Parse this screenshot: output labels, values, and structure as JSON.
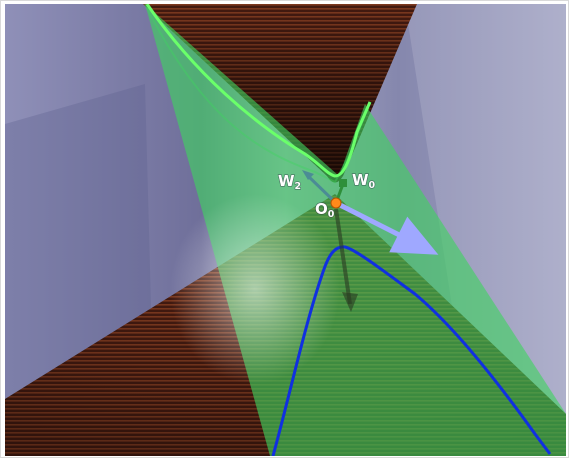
{
  "labels": {
    "w2": {
      "text": "W",
      "sub": "2"
    },
    "w0": {
      "text": "W",
      "sub": "0"
    },
    "o0": {
      "text": "O",
      "sub": "0"
    }
  },
  "colors": {
    "sky": "#7d7fa8",
    "cone": "#5a2518",
    "cone_stripes": "#9b4a2a",
    "plane": "#3fd45f",
    "upper_curve": "#6aff6a",
    "lower_curve": "#1030e0",
    "vector_w0": "#2e8f3a",
    "vector_w2": "#4b8c95",
    "vector_main": "#9fa8ff",
    "origin_point": "#ff8a1a"
  }
}
